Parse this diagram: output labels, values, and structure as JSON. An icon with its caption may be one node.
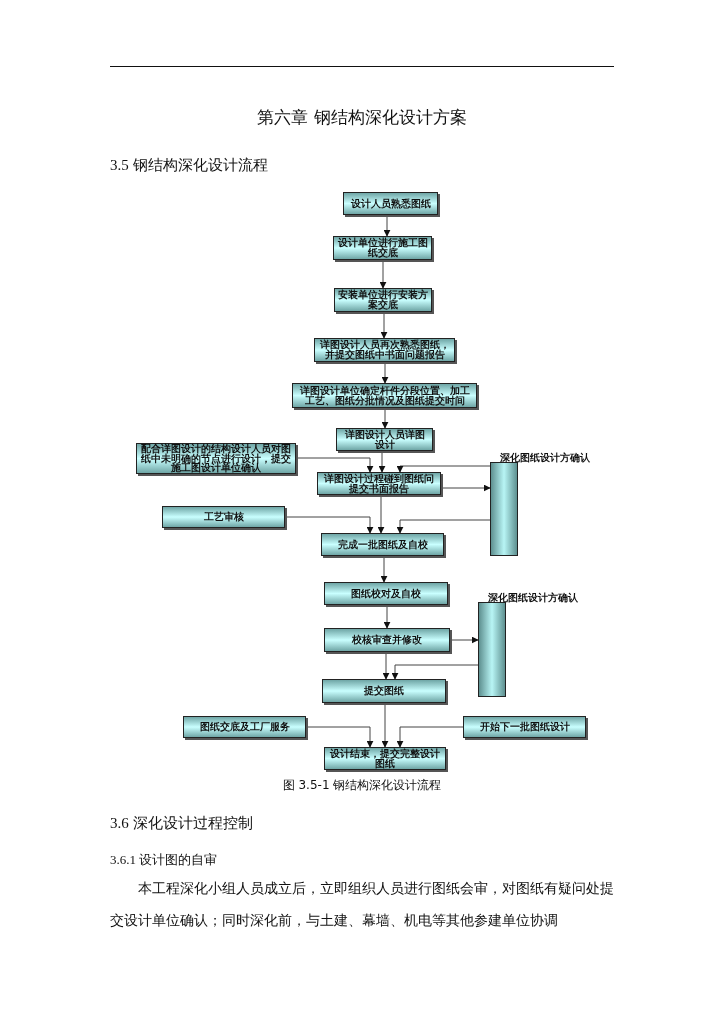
{
  "diagram": {
    "title": "第六章 钢结构深化设计方案",
    "caption": "图 3.5-1 钢结构深化设计流程",
    "nodes": [
      {
        "text": [
          "设计人员熟悉图纸"
        ]
      },
      {
        "text": [
          "设计单位进行施工图纸交底"
        ]
      },
      {
        "text": [
          "安装单位进行安装方案交底"
        ]
      },
      {
        "text": [
          "详图设计人员再次熟悉图纸，并提交图纸中书面问题报告"
        ]
      },
      {
        "text": [
          "详图设计单位确定杆件分段位置、加工工艺、图纸分批情况及图纸提交时间"
        ]
      },
      {
        "text": [
          "详图设计人员详图设计"
        ]
      },
      {
        "text": [
          "配合详图设计的结构设计人员对图纸中未明确的节点进行设计，提交施工图设计单位确认"
        ]
      },
      {
        "text": [
          "详图设计过程碰到图纸问提交书面报告"
        ]
      },
      {
        "text": [
          "深化图纸设计方确认"
        ]
      },
      {
        "text": [
          "工艺审核"
        ]
      },
      {
        "text": [
          "完成一批图纸及自校"
        ]
      },
      {
        "text": [
          "图纸校对及自校"
        ]
      },
      {
        "text": [
          "深化图纸设计方确认"
        ]
      },
      {
        "text": [
          "校核审查并修改"
        ]
      },
      {
        "text": [
          "提交图纸"
        ]
      },
      {
        "text": [
          "图纸交底及工厂服务"
        ]
      },
      {
        "text": [
          "开始下一批图纸设计"
        ]
      },
      {
        "text": [
          "设计结束，提交完整设计图纸"
        ]
      }
    ],
    "edges": [
      {
        "from": 0,
        "to": 1,
        "arrow": "to"
      },
      {
        "from": 1,
        "to": 2,
        "arrow": "to"
      },
      {
        "from": 2,
        "to": 3,
        "arrow": "to"
      },
      {
        "from": 3,
        "to": 4,
        "arrow": "to"
      },
      {
        "from": 4,
        "to": 5,
        "arrow": "to"
      },
      {
        "from": 5,
        "to": 7,
        "arrow": "to"
      },
      {
        "from": 6,
        "to": 7,
        "arrow": "to"
      },
      {
        "from": 8,
        "to": 7,
        "arrow": "to"
      },
      {
        "from": 7,
        "to": 8,
        "arrow": "to"
      },
      {
        "from": 7,
        "to": 10,
        "arrow": "to"
      },
      {
        "from": 9,
        "to": 10,
        "arrow": "to"
      },
      {
        "from": 8,
        "to": 10,
        "arrow": "to"
      },
      {
        "from": 10,
        "to": 11,
        "arrow": "to"
      },
      {
        "from": 11,
        "to": 13,
        "arrow": "to"
      },
      {
        "from": 13,
        "to": 12,
        "arrow": "to"
      },
      {
        "from": 12,
        "to": 14,
        "arrow": "to"
      },
      {
        "from": 13,
        "to": 14,
        "arrow": "to"
      },
      {
        "from": 14,
        "to": 17,
        "arrow": "to"
      },
      {
        "from": 15,
        "to": 17,
        "arrow": "to"
      },
      {
        "from": 16,
        "to": 17,
        "arrow": "to"
      }
    ],
    "labels": [
      "3.5 钢结构深化设计流程",
      "3.6 深化设计过程控制",
      "3.6.1 设计图的自审",
      "本工程深化小组人员成立后，立即组织人员进行图纸会审，对图纸有疑问处提交设计单位确认；同时深化前，与土建、幕墙、机电等其他参建单位协调"
    ]
  }
}
